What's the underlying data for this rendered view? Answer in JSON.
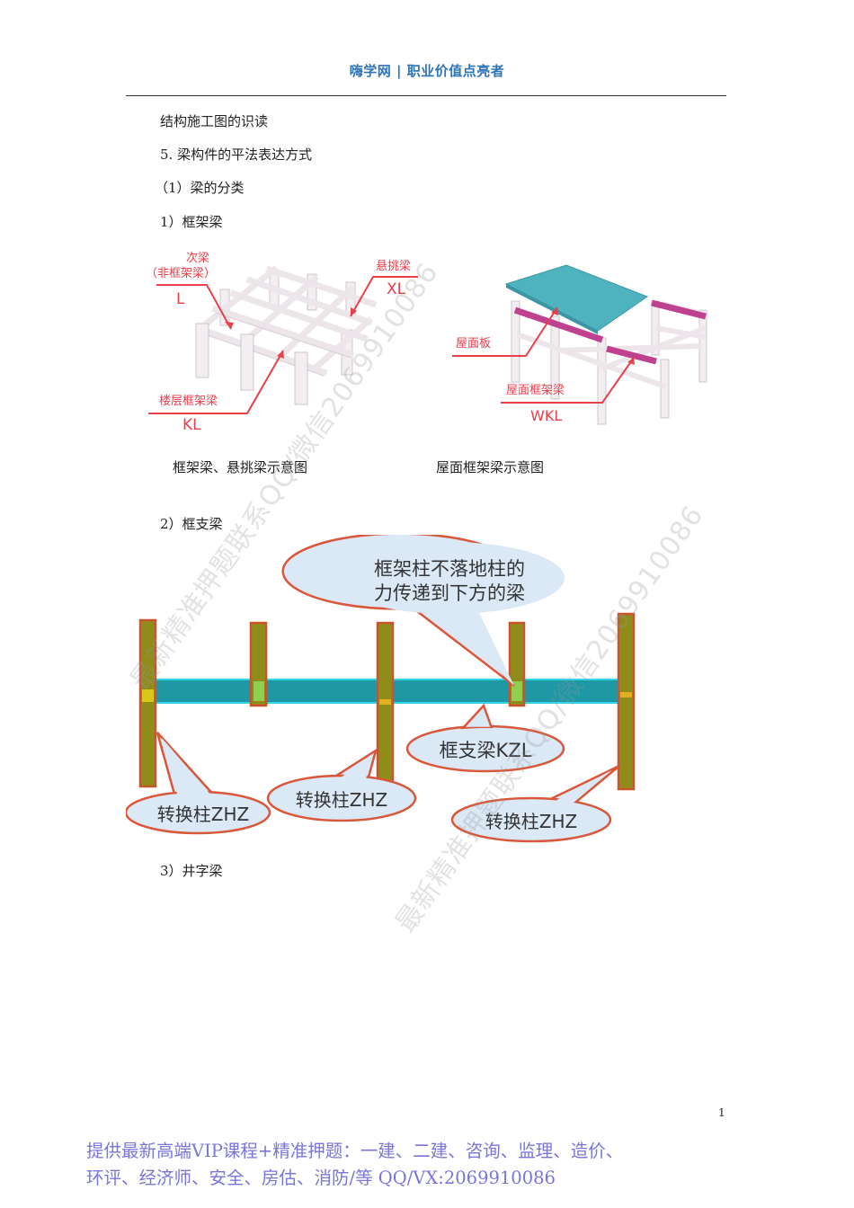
{
  "header": {
    "site_name": "嗨学网",
    "separator": "|",
    "slogan": "职业价值点亮者",
    "title_full": "嗨学网  |  职业价值点亮者",
    "accent_color": "#2e74b5"
  },
  "content": {
    "section_title": "结构施工图的识读",
    "heading_5": "5.  梁构件的平法表达方式",
    "sub_1": "（1）梁的分类",
    "item_1": "1）框架梁",
    "item_2": "2）框支梁",
    "item_3": "3）井字梁"
  },
  "figure1": {
    "left": {
      "label_secondary": "次梁",
      "label_secondary_note": "（非框架梁）",
      "label_secondary_code": "L",
      "label_cantilever": "悬挑梁",
      "label_cantilever_code": "XL",
      "label_floor_frame": "楼层框架梁",
      "label_floor_frame_code": "KL",
      "caption": "框架梁、悬挑梁示意图"
    },
    "right": {
      "label_roof_slab": "屋面板",
      "label_roof_frame": "屋面框架梁",
      "label_roof_frame_code": "WKL",
      "caption": "屋面框架梁示意图"
    },
    "label_color": "#e8414b",
    "slab_color": "#4fb3bf",
    "roof_beam_color": "#c0418f"
  },
  "figure2": {
    "callout_top": [
      "框架柱不落地柱的",
      "力传递到下方的梁"
    ],
    "callout_kzl": "框支梁KZL",
    "callout_zhz_1": "转换柱ZHZ",
    "callout_zhz_2": "转换柱ZHZ",
    "callout_zhz_3": "转换柱ZHZ",
    "column_color": "#8f8c1a",
    "beam_color": "#1f98a6",
    "callout_fill": "#dbe8f6",
    "callout_stroke": "#d9573a"
  },
  "watermark": {
    "text": "最新精准押题联系QQ/微信2069910086"
  },
  "page_number": "1",
  "footer": {
    "line1": "提供最新高端VIP课程+精准押题：一建、二建、咨询、监理、造价、",
    "line2": "环评、经济师、安全、房估、消防/等   QQ/VX:2069910086",
    "color": "#7b74d9"
  }
}
